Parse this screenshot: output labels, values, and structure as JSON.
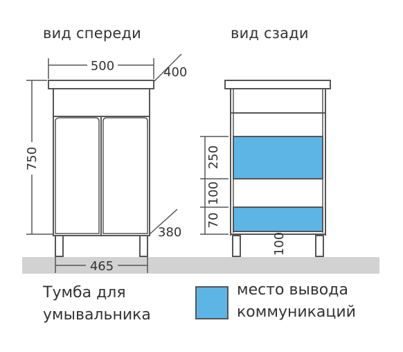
{
  "views": {
    "front_label": "вид спереди",
    "back_label": "вид сзади"
  },
  "dimensions": {
    "top_width": "500",
    "depth_top": "400",
    "height": "750",
    "depth_bottom": "380",
    "base_width": "465",
    "zone_upper": "250",
    "zone_middle": "100",
    "zone_lower": "70",
    "legs_height": "100"
  },
  "caption": {
    "line1": "Тумба для",
    "line2": "умывальника"
  },
  "legend": {
    "line1": "место вывода",
    "line2": "коммуникаций"
  },
  "colors": {
    "communication_zone": "#5db5e6",
    "floor": "#d2d2d2",
    "outline": "#555555"
  }
}
